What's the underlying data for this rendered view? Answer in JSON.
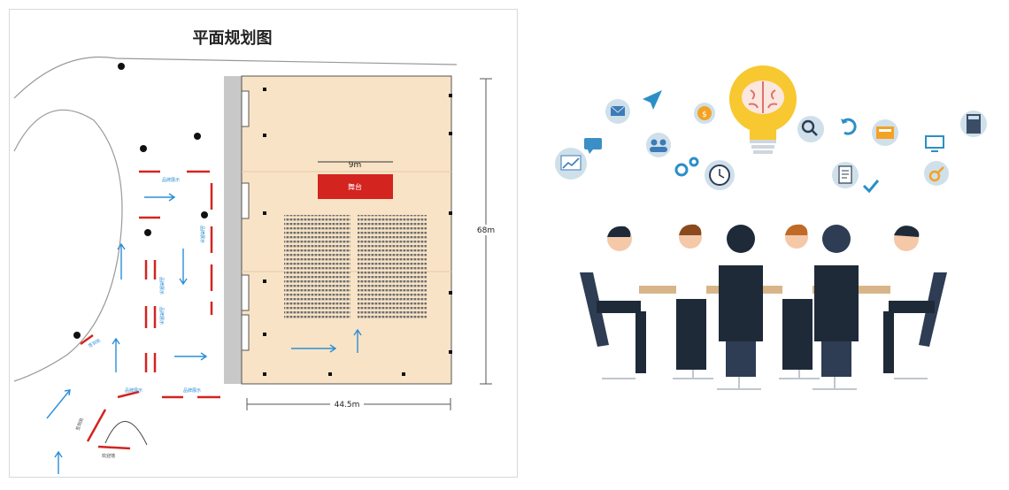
{
  "floorplan": {
    "title": "平面规划图",
    "stage_label": "舞台",
    "dimensions": {
      "stage_width": "9m",
      "hall_height": "68m",
      "hall_width": "44.5m"
    },
    "area_labels": {
      "brand_display": "品牌展示",
      "sign_in": "签到处",
      "welcome": "欢迎墙"
    },
    "colors": {
      "hall_floor": "#f8e3c6",
      "stage": "#d32420",
      "wall": "#c8c8c8",
      "arrow": "#2b8fd6",
      "barrier": "#d32420"
    }
  },
  "illustration": {
    "description_icons": [
      "bulb-brain-icon",
      "mail-icon",
      "send-icon",
      "coin-icon",
      "search-icon",
      "refresh-icon",
      "wallet-icon",
      "calculator-icon",
      "chart-icon",
      "chat-icon",
      "users-icon",
      "gears-icon",
      "clock-icon",
      "document-icon",
      "check-icon",
      "monitor-icon",
      "gender-icon"
    ],
    "colors": {
      "icon_bg": "#cfe0ea",
      "icon_fg": "#3b7bb8",
      "bulb": "#f7c82f",
      "table": "#d8b589",
      "suit": "#1e2a38",
      "chair": "#2e3c54"
    }
  }
}
